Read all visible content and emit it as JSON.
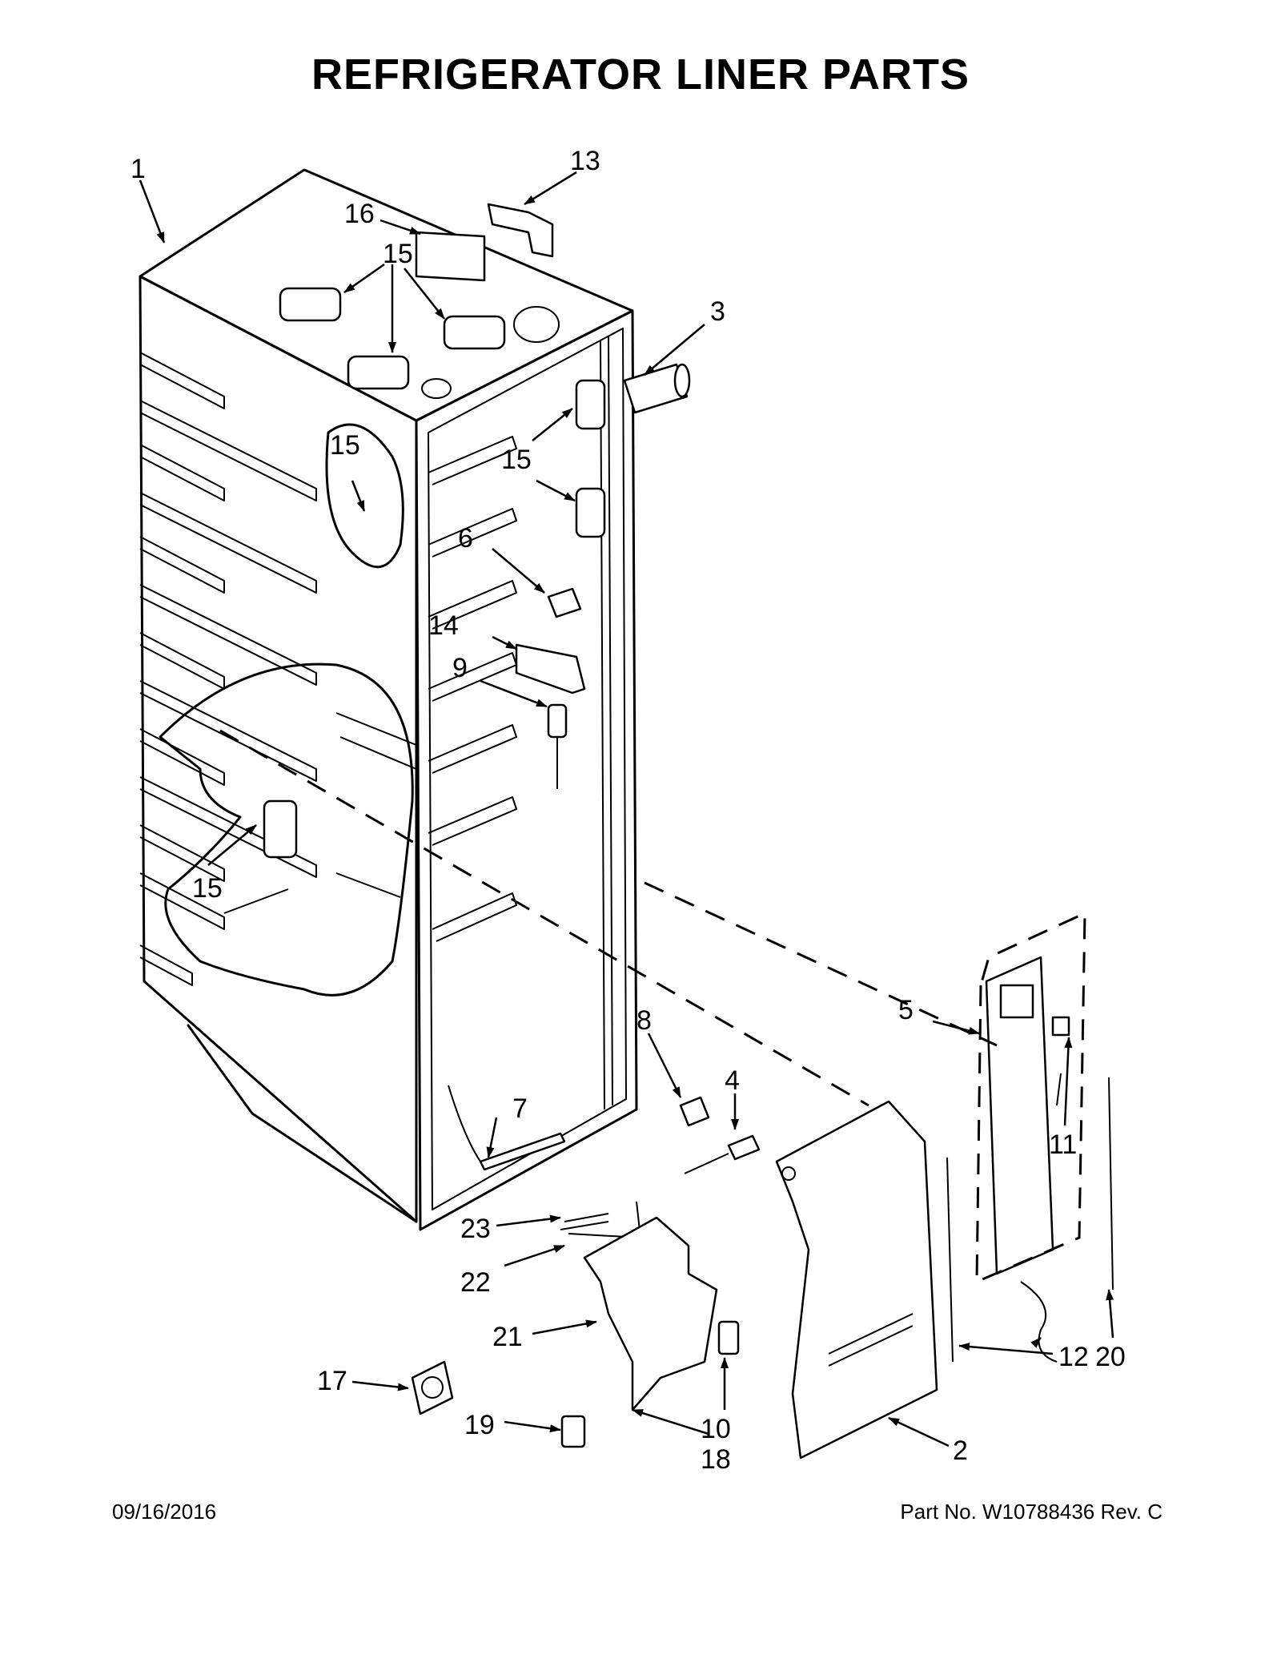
{
  "title": "REFRIGERATOR LINER PARTS",
  "footer": {
    "date": "09/16/2016",
    "part_number": "Part No.  W10788436  Rev.  C"
  },
  "callouts": [
    "1",
    "13",
    "16",
    "15",
    "3",
    "15",
    "15",
    "6",
    "14",
    "9",
    "15",
    "8",
    "4",
    "7",
    "5",
    "11",
    "23",
    "22",
    "21",
    "17",
    "19",
    "10",
    "18",
    "2",
    "12",
    "20"
  ]
}
